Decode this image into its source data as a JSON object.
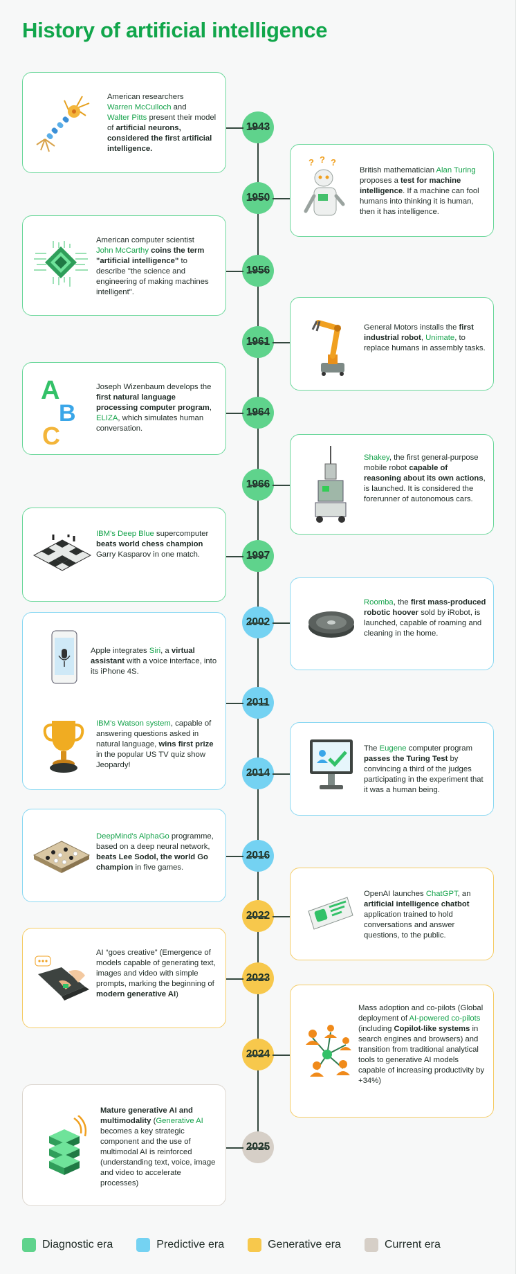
{
  "title": "History of artificial intelligence",
  "years": [
    "1943",
    "1950",
    "1956",
    "1961",
    "1964",
    "1966",
    "1997",
    "2002",
    "2011",
    "2014",
    "2016",
    "2022",
    "2023",
    "2024",
    "2025"
  ],
  "events": {
    "e1943": {
      "p1": "American researchers",
      "n1": "Warren McCulloch",
      "p2": " and",
      "n2": "Walter Pitts",
      "p3": " present their model of ",
      "b1": "artificial neurons, considered the first artificial intelligence."
    },
    "e1950": {
      "p1": "British mathematician ",
      "n1": "Alan Turing",
      "p2": " proposes a ",
      "b1": "test for machine intelligence",
      "p3": ". If a machine can fool humans into thinking it is human, then it has intelligence."
    },
    "e1956": {
      "p1": "American computer scientist ",
      "n1": "John McCarthy",
      "b1": " coins the term \"artificial intelligence\"",
      "p2": " to describe \"the science and engineering of making machines intelligent\"."
    },
    "e1961": {
      "p1": "General Motors installs the ",
      "b1": "first industrial robot",
      "p2": ", ",
      "n1": "Unimate",
      "p3": ", to replace humans in assembly tasks."
    },
    "e1964": {
      "p1": "Joseph Wizenbaum develops the ",
      "b1": "first natural language processing computer program",
      "p2": ", ",
      "n1": "ELIZA",
      "p3": ", which simulates human conversation."
    },
    "e1966": {
      "n1": "Shakey",
      "p1": ", the first general-purpose mobile robot ",
      "b1": "capable of reasoning about its own actions",
      "p2": ", is launched. It is considered the forerunner of autonomous cars."
    },
    "e1997": {
      "n1": "IBM's Deep Blue",
      "p1": " supercomputer ",
      "b1": "beats world chess champion",
      "p2": " Garry Kasparov in one match."
    },
    "e2002": {
      "n1": "Roomba",
      "p1": ", the ",
      "b1": "first mass-produced robotic hoover",
      "p2": " sold by iRobot, is launched, capable of roaming and cleaning in the home."
    },
    "e2011": {
      "p1": "Apple integrates ",
      "n1": "Siri",
      "p2": ", a ",
      "b1": "virtual assistant",
      "p3": " with a voice interface, into its iPhone 4S."
    },
    "e2011b": {
      "n1": "IBM's Watson system",
      "p1": ", capable of answering questions asked in natural language, ",
      "b1": "wins first prize",
      "p2": " in the popular US TV quiz show Jeopardy!"
    },
    "e2014": {
      "p1": "The ",
      "n1": "Eugene",
      "p2": " computer program ",
      "b1": "passes the Turing Test",
      "p3": " by convincing a third of the judges participating in the experiment that it was a human being."
    },
    "e2016": {
      "n1": "DeepMind's AlphaGo",
      "p1": " programme, based on a deep neural network, ",
      "b1": "beats Lee Sodol, the world Go champion",
      "p2": " in five games."
    },
    "e2022": {
      "p1": "OpenAI launches ",
      "n1": "ChatGPT",
      "p2": ", an ",
      "b1": "artificial intelligence chatbot",
      "p3": " application trained to hold conversations and answer questions, to the public."
    },
    "e2023": {
      "p1": "AI “goes creative” (Emergence of models capable of generating text, images and video with simple prompts, marking the beginning of ",
      "b1": "modern generative AI",
      "p2": ")"
    },
    "e2024": {
      "p1": "Mass adoption and co-pilots (Global deployment of ",
      "n1": "AI-powered co-pilots",
      "p2": " (including ",
      "b1": "Copilot-like systems",
      "p3": " in search engines and browsers) and transition from traditional analytical tools to generative AI models capable of increasing productivity by +34%)"
    },
    "e2025": {
      "b1": "Mature generative AI and multimodality",
      "p1": " (",
      "n1": "Generative AI",
      "p2": " becomes a key strategic component and the use of multimodal AI is reinforced (understanding text, voice, image and video to accelerate processes)"
    }
  },
  "legend": [
    {
      "label": "Diagnostic era",
      "color": "#5fd38c"
    },
    {
      "label": "Predictive era",
      "color": "#74d2f2"
    },
    {
      "label": "Generative era",
      "color": "#f7c84c"
    },
    {
      "label": "Current era",
      "color": "#d6cfc7"
    }
  ],
  "illustrations": {
    "i1943": "neuron-icon",
    "i1950": "robot-icon",
    "i1956": "chip-icon",
    "i1961": "robot-arm-icon",
    "i1964": "abc-letters-icon",
    "i1966": "shakey-robot-icon",
    "i1997": "chess-board-icon",
    "i2002": "roomba-icon",
    "i2011": "smartphone-icon",
    "i2011b": "trophy-icon",
    "i2014": "monitor-check-icon",
    "i2016": "go-board-icon",
    "i2022": "chat-bubble-icon",
    "i2023": "laptop-hands-icon",
    "i2024": "network-people-icon",
    "i2025": "server-stack-icon"
  }
}
